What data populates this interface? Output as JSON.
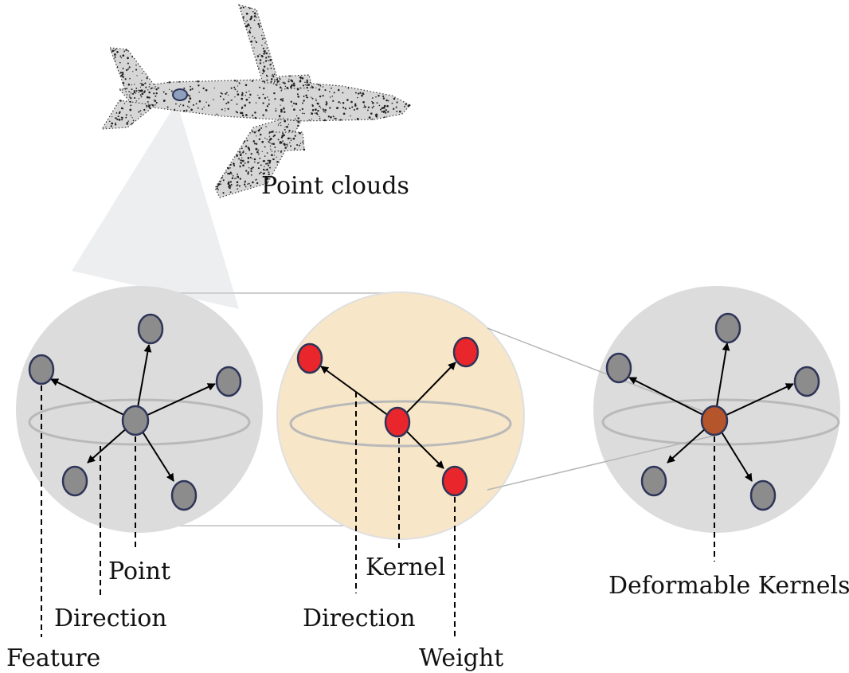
{
  "labels": {
    "point_clouds": "Point clouds",
    "point": "Point",
    "direction_left": "Direction",
    "feature": "Feature",
    "kernel": "Kernel",
    "direction_middle": "Direction",
    "weight": "Weight",
    "deformable_kernels": "Deformable Kernels"
  },
  "colors": {
    "sphere_gray": "#dcdcdc",
    "sphere_kernel": "#f8e6c8",
    "point_node": "#8c8c8c",
    "kernel_node": "#e8262b",
    "deformable_center": "#b5552b",
    "node_stroke": "#2e3559",
    "projection_cone": "#eceef0"
  },
  "icons": {
    "airplane": "airplane-point-cloud-icon"
  }
}
